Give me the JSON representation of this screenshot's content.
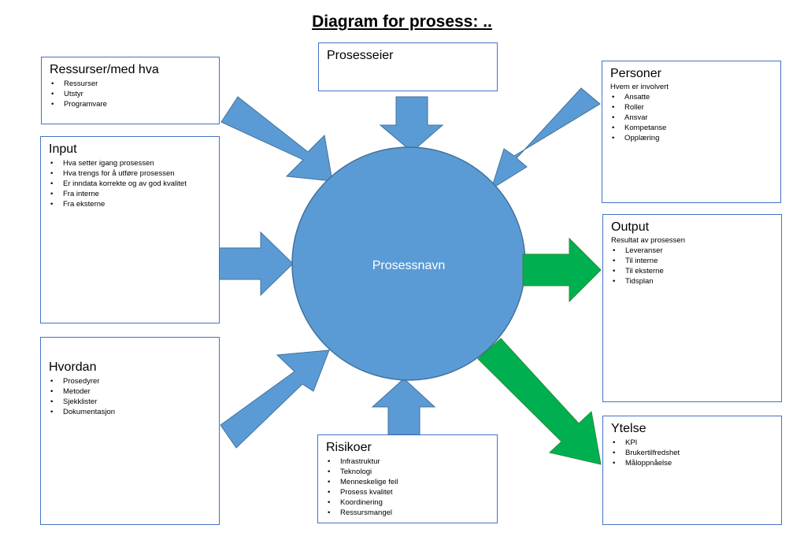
{
  "title": "Diagram for prosess: ..",
  "center": {
    "label": "Prosessnavn"
  },
  "boxes": {
    "ressurser": {
      "title": "Ressurser/med hva",
      "items": [
        "Ressurser",
        "Utstyr",
        "Programvare"
      ]
    },
    "input": {
      "title": "Input",
      "items": [
        "Hva setter igang prosessen",
        "Hva trengs for å utføre prosessen",
        "Er inndata korrekte og av god kvalitet",
        "Fra interne",
        "Fra eksterne"
      ]
    },
    "hvordan": {
      "title": "Hvordan",
      "items": [
        "Prosedyrer",
        "Metoder",
        "Sjekklister",
        "Dokumentasjon"
      ]
    },
    "prosesseier": {
      "title": "Prosesseier"
    },
    "risikoer": {
      "title": "Risikoer",
      "items": [
        "Infrastruktur",
        "Teknologi",
        "Menneskelige feil",
        "Prosess kvalitet",
        "Koordinering",
        "Ressursmangel"
      ]
    },
    "personer": {
      "title": "Personer",
      "subtitle": "Hvem er involvert",
      "items": [
        "Ansatte",
        "Roller",
        "Ansvar",
        "Kompetanse",
        "Opplæring"
      ]
    },
    "output": {
      "title": "Output",
      "subtitle": "Resultat av prosessen",
      "items": [
        "Leveranser",
        "Til interne",
        "Til eksterne",
        "Tidsplan"
      ]
    },
    "ytelse": {
      "title": "Ytelse",
      "items": [
        "KPI",
        "Brukertilfredshet",
        "Måloppnåelse"
      ]
    }
  },
  "colors": {
    "inbound_arrow": "#5b9bd5",
    "inbound_arrow_stroke": "#41719c",
    "outbound_arrow": "#00b050",
    "outbound_arrow_stroke": "#2e8b3a",
    "circle_fill": "#5b9bd5",
    "circle_stroke": "#41719c",
    "box_border": "#4472c4"
  }
}
